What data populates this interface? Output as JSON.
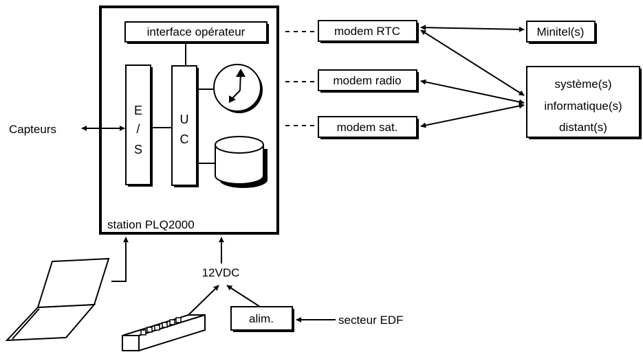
{
  "station": {
    "name": "station PLQ2000",
    "operator_interface": "interface opérateur",
    "io_letters": [
      "E",
      "/",
      "S"
    ],
    "cpu_letters": [
      "U",
      "C"
    ]
  },
  "sensors": "Capteurs",
  "modems": {
    "rtc": "modem RTC",
    "radio": "modem radio",
    "sat": "modem sat."
  },
  "minitel": "Minitel(s)",
  "remote_systems": [
    "système(s)",
    "informatique(s)",
    "distant(s)"
  ],
  "power": {
    "voltage": "12VDC",
    "supply": "alim.",
    "mains": "secteur EDF"
  },
  "icons": [
    "clock-icon",
    "disk-storage-icon",
    "laptop-icon",
    "battery-pack-icon"
  ]
}
